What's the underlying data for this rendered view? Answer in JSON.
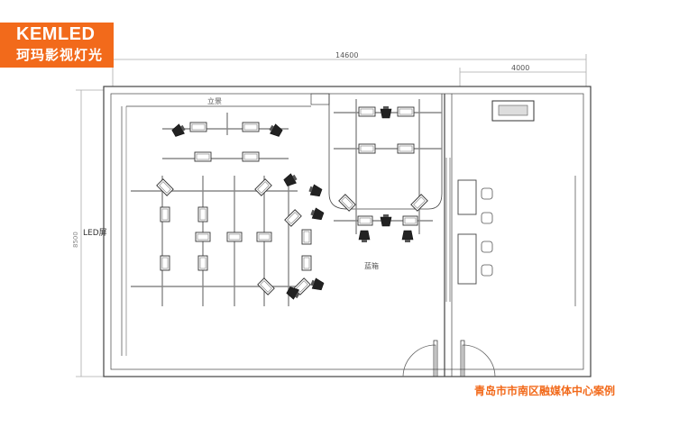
{
  "brand": {
    "name": "KEMLED",
    "subtitle": "珂玛影视灯光",
    "color": "#f26a1b"
  },
  "labels": {
    "width_main": "14600",
    "width_side": "4000",
    "height_left": "8500",
    "led_screen": "LED屏",
    "stand_label": "立景",
    "blue_box": "蓝箱"
  },
  "caption": "青岛市市南区融媒体中心案例",
  "icons": [
    "spotlight-icon",
    "softbox-light-icon",
    "chair-icon",
    "monitor-icon",
    "door-swing-icon"
  ]
}
